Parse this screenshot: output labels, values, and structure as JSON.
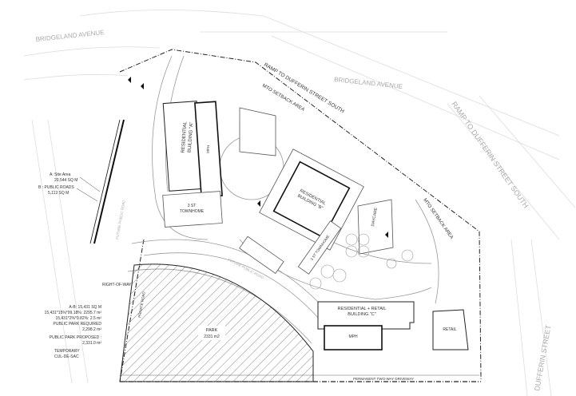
{
  "streets": {
    "bridgeland_left": "BRIDGELAND AVENUE",
    "bridgeland_right": "BRIDGELAND AVENUE",
    "ramp_top": "RAMP TO DUFFERIN STREET SOUTH",
    "ramp_right": "RAMP TO DUFFERIN STREET SOUTH",
    "dufferin": "DUFFERIN STREET",
    "future_road_left": "FUTURE PUBLIC ROAD",
    "future_road_mid": "FUTURE PUBLIC ROAD",
    "right_of_way": "RIGHT-OF-WAY",
    "driveway": "PERMANENT TWO-WAY DRIVEWAY",
    "private_road": "PRIVATE ROAD"
  },
  "setbacks": {
    "top": "MTO SETBACK AREA",
    "right": "MTO SETBACK AREA"
  },
  "buildings": {
    "a_title": "RESIDENTIAL",
    "a_sub": "BUILDING \"A\"",
    "a_mph": "MPH",
    "townhome_a1": "3 ST",
    "townhome_a2": "TOWNHOME",
    "b_title": "RESIDENTIAL",
    "b_sub": "BUILDING \"B\"",
    "townhome_b": "3 ST TOWNHOME",
    "daycare": "DAYCARE",
    "c_title": "RESIDENTIAL + RETAIL",
    "c_sub": "BUILDING \"C\"",
    "c_mph": "MPH",
    "retail": "RETAIL",
    "park": "PARK",
    "park_area": "2331 m2"
  },
  "notes": {
    "site_area_label": "A:  Site Area",
    "site_area_value": "20,544 SQ M",
    "public_roads_label": "B :  PUBLIC ROADS",
    "public_roads_value": "5,113 SQ M",
    "ab": "A-B: 15,431 SQ M",
    "calc1": "15,431*15%*99.18%: 2295.7 m²",
    "calc2": "15,431*2%*0.82%: 2.5 m²",
    "park_required": "PUBLIC PARK REQUIRED",
    "park_required_value": "2,298.2 m²",
    "park_proposed": "PUBLIC PARK PROPOSED :",
    "park_proposed_value": "2,331.0 m²",
    "cul_de_sac_1": "TEMPORARY",
    "cul_de_sac_2": "CUL-DE-SAC"
  }
}
